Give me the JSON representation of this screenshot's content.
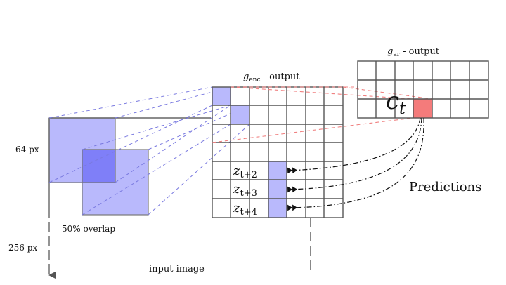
{
  "labels": {
    "enc_prefix": "g",
    "enc_sub": "enc",
    "enc_suffix": " - output",
    "ar_prefix": "g",
    "ar_sub": "ar",
    "ar_suffix": " - output",
    "context": "c",
    "context_sub": "t",
    "predictions": "Predictions",
    "patch_size": "64 px",
    "image_size": "256 px",
    "overlap": "50% overlap",
    "input_image": "input image"
  },
  "predictions": [
    {
      "z": "z",
      "sub": "t+2"
    },
    {
      "z": "z",
      "sub": "t+3"
    },
    {
      "z": "z",
      "sub": "t+4"
    }
  ],
  "colors": {
    "patch_fill": "#b9b9fc",
    "patch_overlap": "#7f7ff8",
    "enc_cell": "#b9b9fc",
    "context_cell": "#f47b7b",
    "blue_dash": "#7a7ae0",
    "red_dash": "#f08080",
    "grid": "#555555"
  }
}
